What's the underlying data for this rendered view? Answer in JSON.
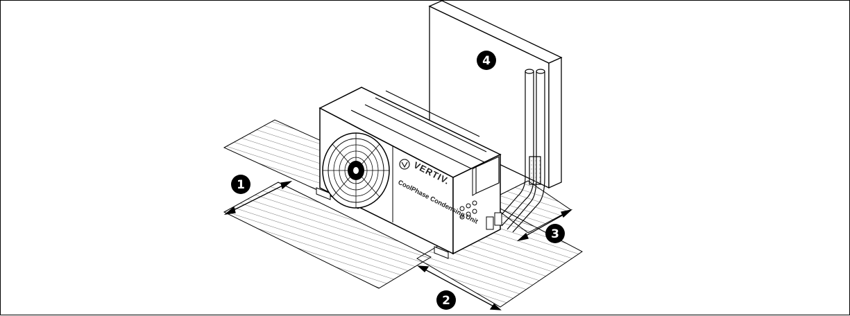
{
  "brand": {
    "name": "VERTIV."
  },
  "unit": {
    "label": "CoolPhase Condensing Unit"
  },
  "callouts": [
    {
      "id": "1",
      "text": "1"
    },
    {
      "id": "2",
      "text": "2"
    },
    {
      "id": "3",
      "text": "3"
    },
    {
      "id": "4",
      "text": "4"
    }
  ],
  "colors": {
    "line": "#000000",
    "fill": "#ffffff",
    "hatch": "#333333",
    "callout_bg": "#000000"
  },
  "icons": [
    "dimension-arrow-icon",
    "fan-icon",
    "vertiv-logo-icon"
  ]
}
